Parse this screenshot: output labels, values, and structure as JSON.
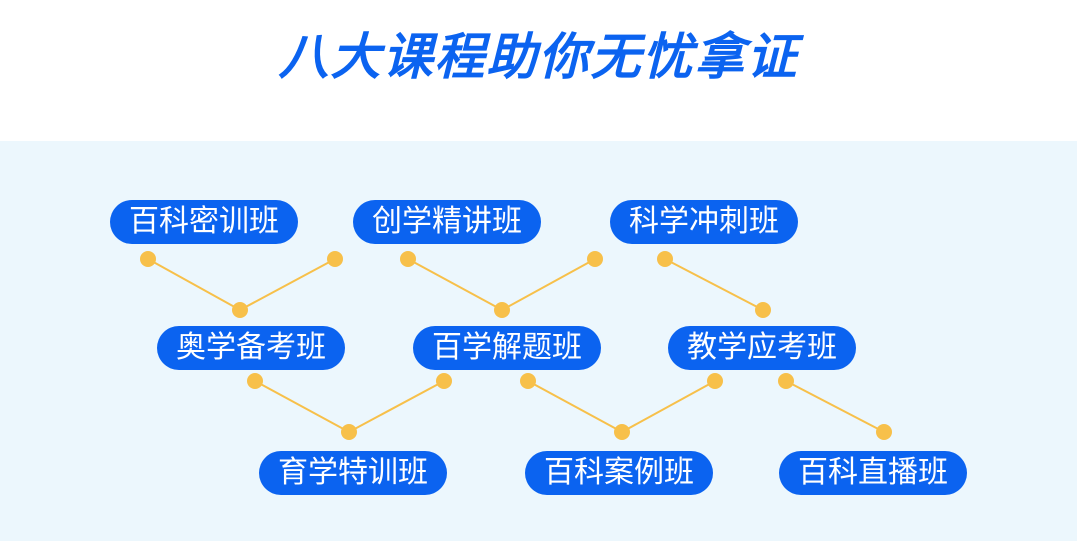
{
  "title": "八大课程助你无忧拿证",
  "courses": {
    "c1": "百科密训班",
    "c2": "创学精讲班",
    "c3": "科学冲刺班",
    "c4": "奥学备考班",
    "c5": "百学解题班",
    "c6": "教学应考班",
    "c7": "育学特训班",
    "c8": "百科案例班",
    "c9": "百科直播班"
  },
  "colors": {
    "accent": "#0b63f0",
    "connector": "#f7c04a",
    "panel": "#ecf7fd"
  }
}
